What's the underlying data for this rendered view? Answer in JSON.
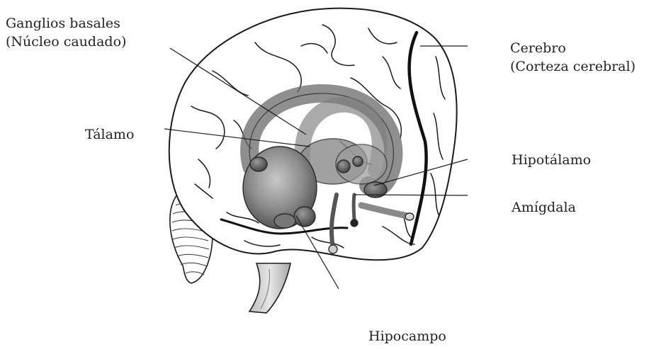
{
  "labels": {
    "basal_ganglia": {
      "line1": "Ganglios basales",
      "line2": "(Núcleo caudado)"
    },
    "cerebrum": {
      "line1": "Cerebro",
      "line2": "(Corteza cerebral)"
    },
    "thalamus": "Tálamo",
    "hypothalamus": "Hipotálamo",
    "amygdala": "Amígdala",
    "hippocampus": "Hipocampo"
  },
  "colors": {
    "outline": "#1a1a1a",
    "brain_fill": "#ffffff",
    "structure_fill": "#8a8a8a",
    "label_text": "#222222"
  }
}
